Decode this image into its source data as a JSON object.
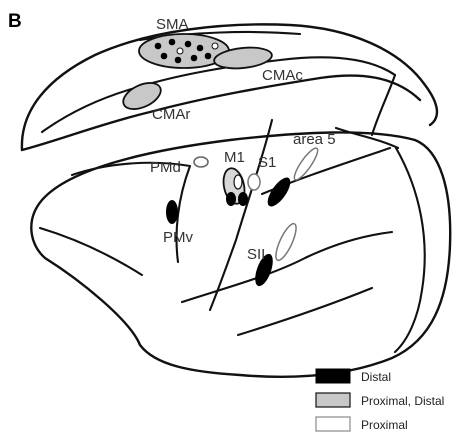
{
  "panel_label": "B",
  "colors": {
    "distal": "#000000",
    "proximal_distal": "#c8c8c8",
    "proximal": "#ffffff",
    "outline": "#111111"
  },
  "areas": {
    "sma": "SMA",
    "cmac": "CMAc",
    "cmar": "CMAr",
    "pmd": "PMd",
    "m1": "M1",
    "s1": "S1",
    "area5": "area 5",
    "pmv": "PMv",
    "sii": "SII"
  },
  "legend": {
    "distal": "Distal",
    "proximal_distal": "Proximal, Distal",
    "proximal": "Proximal"
  }
}
